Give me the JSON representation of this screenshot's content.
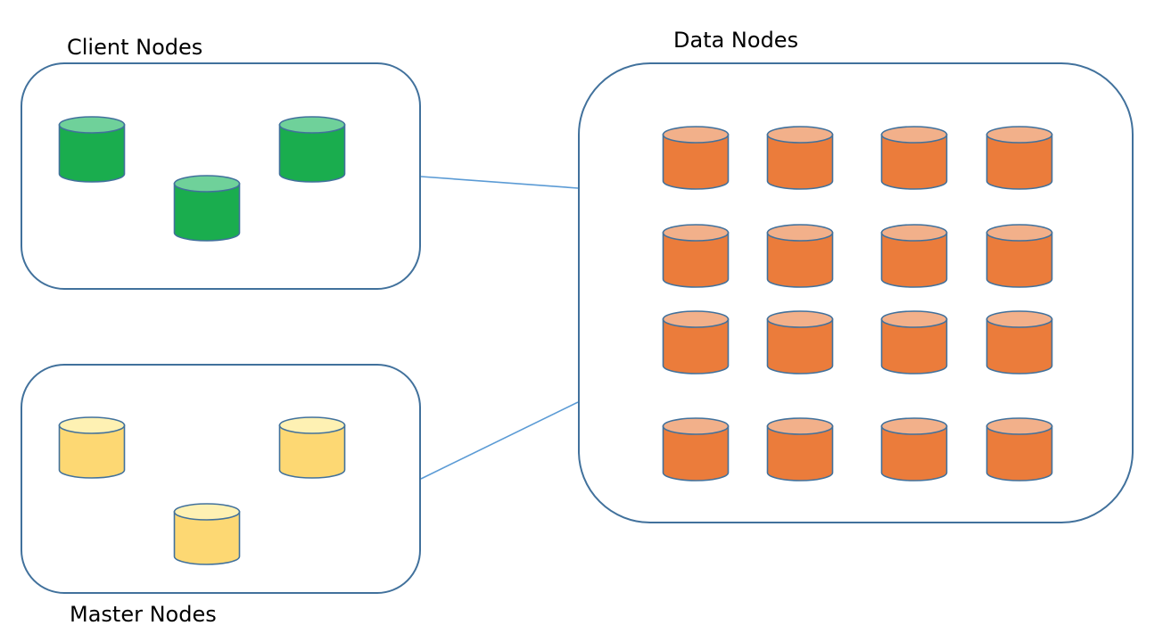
{
  "groups": {
    "client": {
      "label": "Client Nodes",
      "node_count": 3,
      "top_color": "#6fd19a",
      "body_color": "#1aad4e"
    },
    "master": {
      "label": "Master Nodes",
      "node_count": 3,
      "top_color": "#fef1b3",
      "body_color": "#fdd873"
    },
    "data": {
      "label": "Data Nodes",
      "rows": 4,
      "cols": 4,
      "top_color": "#f2b08a",
      "body_color": "#eb7c3b"
    }
  },
  "colors": {
    "frame": "#41719c",
    "link": "#5b9bd5",
    "cylinder_outline": "#41719c"
  }
}
